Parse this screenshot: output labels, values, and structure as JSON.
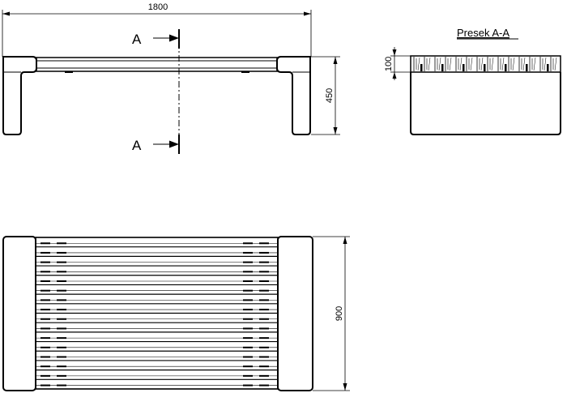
{
  "drawing": {
    "dimensions": {
      "length": "1800",
      "height": "450",
      "width": "900",
      "slat_depth": "100"
    },
    "section_marker": "A",
    "section_title": "Presek A-A"
  }
}
